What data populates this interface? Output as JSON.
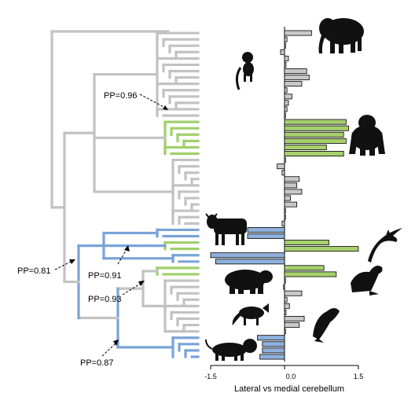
{
  "chart_data": {
    "type": "bar",
    "orientation": "horizontal",
    "title": "",
    "xlabel": "Lateral vs medial cerebellum",
    "xlim": [
      -1.5,
      1.5
    ],
    "xticks": [
      "-1.5",
      "0.0",
      "1.5"
    ],
    "colors": {
      "primate_shift": "#a6cf6e",
      "reference": "#c8c8c8",
      "carnivore_shift": "#8fb0dc",
      "bar_stroke": "#000000",
      "tree_grey": "#c2c2c2",
      "tree_green": "#9fd06c",
      "tree_blue": "#7aa4d8"
    },
    "series": [
      {
        "group": "grey",
        "values": [
          0.55,
          0.05,
          0.02,
          -0.08,
          0.08,
          0.03,
          0.45,
          0.5,
          0.35,
          0.05,
          0.15,
          0.08,
          0.05,
          0.0
        ]
      },
      {
        "group": "green",
        "values": [
          1.25,
          1.3,
          1.2,
          1.25,
          0.85,
          1.2
        ]
      },
      {
        "group": "grey",
        "values": [
          0.02,
          -0.15,
          -0.05,
          0.3,
          0.25,
          0.35,
          0.12,
          0.25,
          0.0,
          0.0,
          -0.05
        ]
      },
      {
        "group": "blue",
        "values": [
          -0.75,
          -0.75
        ]
      },
      {
        "group": "green",
        "values": [
          0.9,
          1.5
        ]
      },
      {
        "group": "blue",
        "values": [
          -1.5,
          -1.4
        ]
      },
      {
        "group": "green",
        "values": [
          0.8,
          1.05
        ]
      },
      {
        "group": "grey",
        "values": [
          0.0,
          -0.02,
          0.35,
          0.05,
          0.1,
          0.03,
          0.4,
          0.3,
          0.02
        ]
      },
      {
        "group": "blue",
        "values": [
          -0.55,
          -0.45,
          -0.45,
          -0.5
        ]
      }
    ],
    "pp_labels": [
      "PP=0.96",
      "PP=0.81",
      "PP=0.91",
      "PP=0.93",
      "PP=0.87"
    ]
  },
  "icons": [
    "elephant-icon",
    "monkey-icon",
    "gorilla-icon",
    "cow-icon",
    "dolphin-icon",
    "bear-icon",
    "sea-lion-icon",
    "fox-icon",
    "ferret-icon",
    "lion-icon"
  ]
}
